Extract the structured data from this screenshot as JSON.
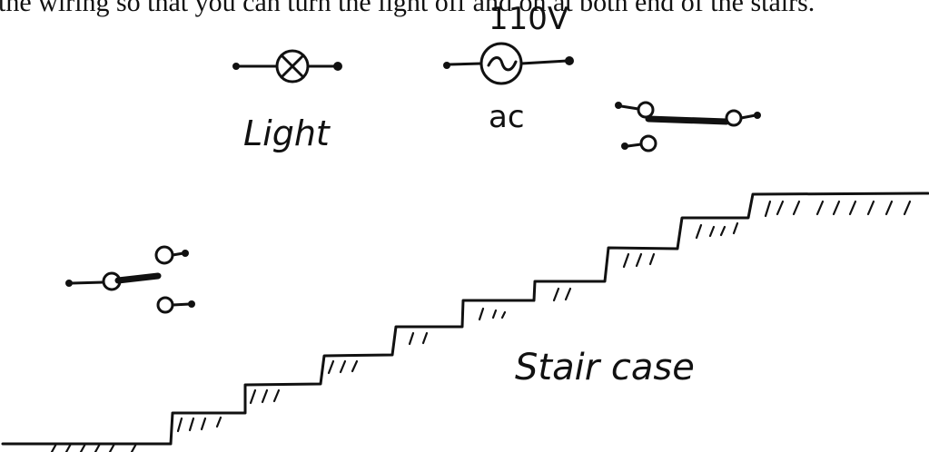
{
  "instruction_text": "the wiring so that you can turn the light off and on at both end of the stairs.",
  "labels": {
    "light": "Light",
    "source_voltage": "110V",
    "source_type": "ac",
    "staircase": "Stair case"
  },
  "symbols": {
    "lamp": "lamp-symbol",
    "ac_source": "ac-source-symbol",
    "switch_top": "two-way-switch-symbol",
    "switch_left": "two-way-switch-symbol"
  },
  "colors": {
    "ink": "#111111",
    "background": "#ffffff"
  }
}
